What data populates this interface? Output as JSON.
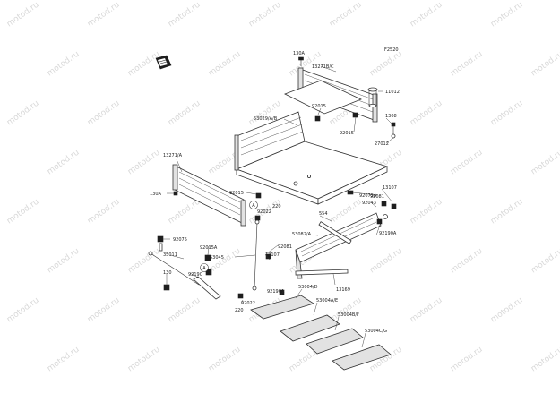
{
  "diagram_id": "F2520",
  "watermark_text": "motod.ru",
  "callout_letter": "A",
  "labels": {
    "l130a_top": "130A",
    "l13271bc": "13271B/C",
    "l11012": "11012",
    "l92015_a": "92015",
    "l92015_b": "92015",
    "l1308": "1308",
    "l27012": "27012",
    "l53029": "53029/A/B",
    "l13271a": "13271/A",
    "l130a_left": "130A",
    "l92015_c": "92015",
    "l92022_top": "92022",
    "l220_top": "220",
    "l92075a": "92075A",
    "l13107_r": "13107",
    "l92043": "92043",
    "l92081_r": "92081",
    "l554": "554",
    "l53082": "53082/A",
    "l92190a_r": "92190A",
    "l92075": "92075",
    "l92015a": "92015A",
    "l35011": "35011",
    "l92081_l": "92081",
    "l53045": "53045",
    "l13107_l": "13107",
    "l130": "130",
    "l92190": "92190",
    "l92190a_b": "92190A",
    "l53004d": "53004/D",
    "l13169": "13169",
    "l53004ae": "53004A/E",
    "l92022_bot": "92022",
    "l220_bot": "220",
    "l53004bf": "53004B/F",
    "l53004cg": "53004C/G"
  }
}
